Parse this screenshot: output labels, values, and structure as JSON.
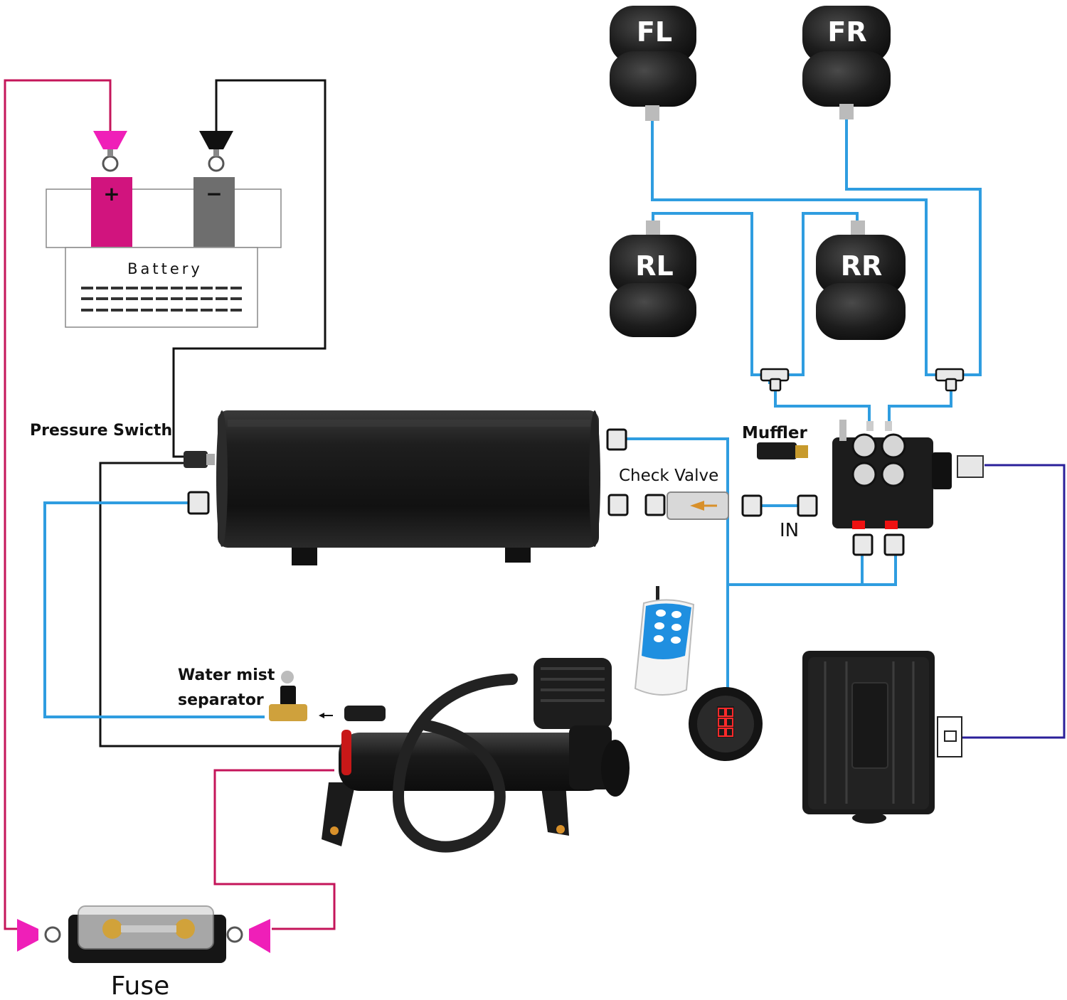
{
  "labels": {
    "battery": "Battery",
    "battery_plus": "+",
    "battery_minus": "−",
    "pressure_switch": "Pressure Swicth",
    "muffler": "Muffler",
    "check_valve": "Check Valve",
    "inlet": "IN",
    "water_mist_line1": "Water mist",
    "water_mist_line2": "separator",
    "fuse": "Fuse"
  },
  "air_bags": [
    {
      "label": "FL"
    },
    {
      "label": "FR"
    },
    {
      "label": "RL"
    },
    {
      "label": "RR"
    }
  ],
  "colors": {
    "power_positive": "#c4155a",
    "power_negative": "#111111",
    "air_line": "#2f9de0",
    "signal_line": "#2a1f9a",
    "terminal_pink": "#ef1fb8",
    "battery_plus": "#d1147e",
    "battery_minus": "#6e6e6e",
    "component_black": "#1a1a1a",
    "gauge_digits": "#ff2a2a",
    "remote_blue": "#1f8fe0"
  },
  "icons": {
    "tank": "air-tank-icon",
    "compressor": "air-compressor-icon",
    "valve_block": "valve-manifold-icon",
    "ecu": "control-box-icon",
    "remote": "remote-control-icon",
    "gauge": "digital-gauge-icon",
    "fuse": "fuse-holder-icon"
  }
}
